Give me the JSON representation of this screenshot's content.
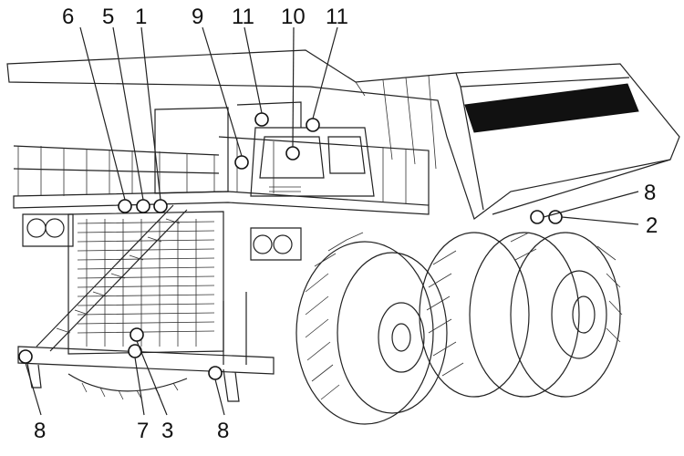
{
  "diagram": {
    "callouts": {
      "c6": "6",
      "c5": "5",
      "c1": "1",
      "c9": "9",
      "c11a": "11",
      "c10": "10",
      "c11b": "11",
      "c8_right": "8",
      "c2": "2",
      "c8_left": "8",
      "c7": "7",
      "c3": "3",
      "c8_bottom": "8"
    }
  }
}
